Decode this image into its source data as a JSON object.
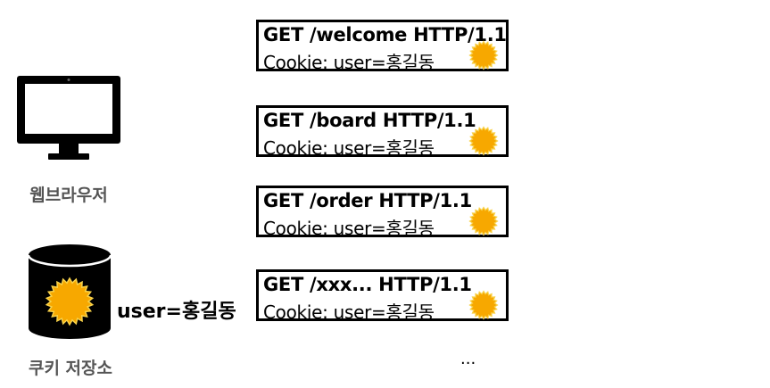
{
  "client": {
    "label": "웹브라우저"
  },
  "cookie_store": {
    "label": "쿠키 저장소",
    "value": "user=홍길동"
  },
  "requests": [
    {
      "request_line": "GET /welcome HTTP/1.1",
      "cookie_header": "Cookie: user=홍길동"
    },
    {
      "request_line": "GET /board HTTP/1.1",
      "cookie_header": "Cookie: user=홍길동"
    },
    {
      "request_line": "GET /order HTTP/1.1",
      "cookie_header": "Cookie: user=홍길동"
    },
    {
      "request_line": "GET /xxx... HTTP/1.1",
      "cookie_header": "Cookie: user=홍길동"
    }
  ],
  "more_indicator": "...",
  "colors": {
    "cookie_fill": "#F7A800",
    "cookie_stroke": "#F8D24A",
    "icon_black": "#000000",
    "label_gray": "#555555"
  },
  "icons": {
    "client": "monitor-icon",
    "store": "database-cylinder-icon",
    "cookie": "cookie-burst-icon"
  }
}
